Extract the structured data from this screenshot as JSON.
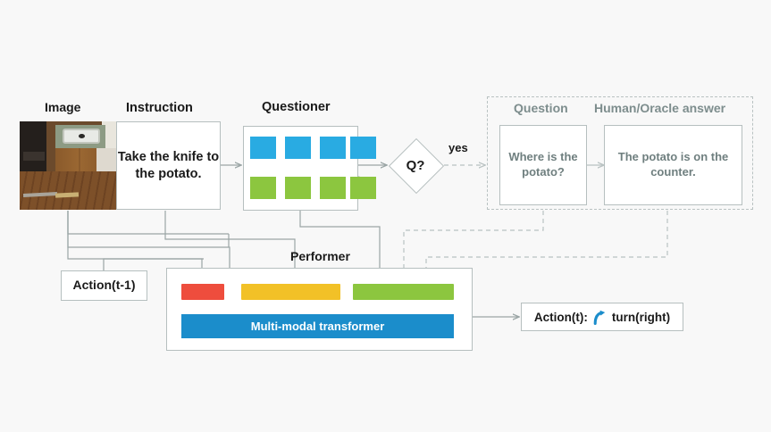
{
  "diagram": {
    "title_labels": {
      "image": "Image",
      "instruction": "Instruction",
      "questioner": "Questioner",
      "performer": "Performer",
      "question": "Question",
      "oracle": "Human/Oracle answer"
    },
    "instruction_box": {
      "text": "Take the knife to the potato."
    },
    "decision": {
      "label": "Q?",
      "branch_label": "yes"
    },
    "dialog": {
      "question_text": "Where is the potato?",
      "answer_text": "The potato is on the counter."
    },
    "performer": {
      "prev_action_label": "Action(t-1)",
      "transformer_label": "Multi-modal transformer",
      "bars": [
        {
          "name": "vision-bar",
          "color": "#ee4d3d"
        },
        {
          "name": "instruction-bar",
          "color": "#f2c127"
        },
        {
          "name": "dialog-bar",
          "color": "#8cc63f"
        }
      ]
    },
    "output": {
      "prefix": "Action(t):",
      "icon": "turn-right-arrow-icon",
      "action": "turn(right)"
    },
    "questioner_nodes": {
      "blue_count": 4,
      "green_count": 4,
      "blue_color": "#29abe2",
      "green_color": "#8cc63f"
    },
    "colors": {
      "background": "#f8f8f8",
      "line": "#9aa5a5",
      "dashed": "#b9c2c2",
      "gray_text": "#7d8d8d",
      "transformer": "#1b8dcb",
      "turn_icon": "#1b8dcb"
    }
  }
}
